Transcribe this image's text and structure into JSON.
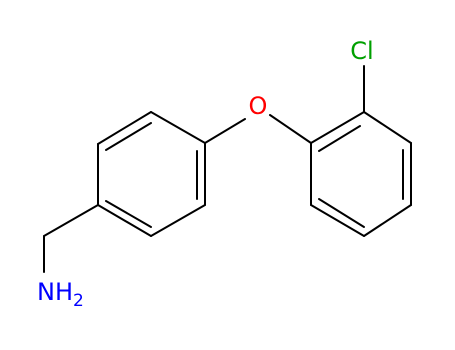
{
  "molecule": {
    "atoms": {
      "chlorine": {
        "text": "Cl",
        "color": "#00a000"
      },
      "oxygen": {
        "text": "O",
        "color": "#ff0000"
      },
      "nitrogen": {
        "text": "NH",
        "subscript": "2",
        "color": "#0000ff"
      }
    },
    "bond_color": "#000000"
  }
}
